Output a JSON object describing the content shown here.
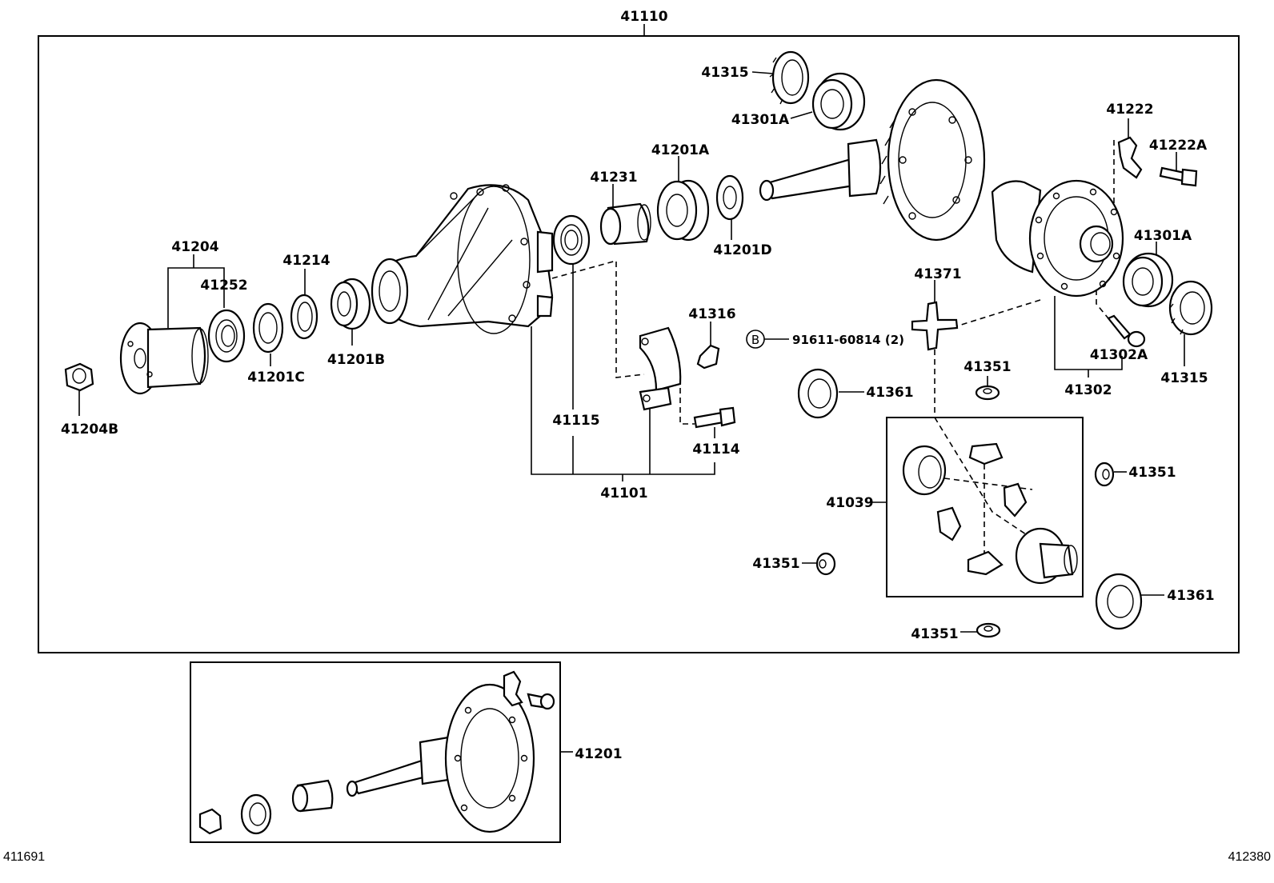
{
  "labels": {
    "p41110": "41110",
    "p41315a": "41315",
    "p41301a_top": "41301A",
    "p41222": "41222",
    "p41222a": "41222A",
    "p41201a": "41201A",
    "p41231": "41231",
    "p41201d": "41201D",
    "p41301a_right": "41301A",
    "p41204": "41204",
    "p41214": "41214",
    "p41252": "41252",
    "p41371": "41371",
    "p41316": "41316",
    "p41201b": "41201B",
    "p41201c": "41201C",
    "p41302a": "41302A",
    "p41315b": "41315",
    "p41302": "41302",
    "p41351a": "41351",
    "p41361a": "41361",
    "p41204b": "41204B",
    "p41115": "41115",
    "p41114": "41114",
    "p41101": "41101",
    "p41351b": "41351",
    "p41039": "41039",
    "p41351c": "41351",
    "p41361b": "41361",
    "p41351d": "41351",
    "p41201": "41201",
    "bolt_ref": "91611-60814 (2)",
    "bolt_circle": "B"
  },
  "footer": {
    "left_code": "411691",
    "right_code": "412380"
  }
}
